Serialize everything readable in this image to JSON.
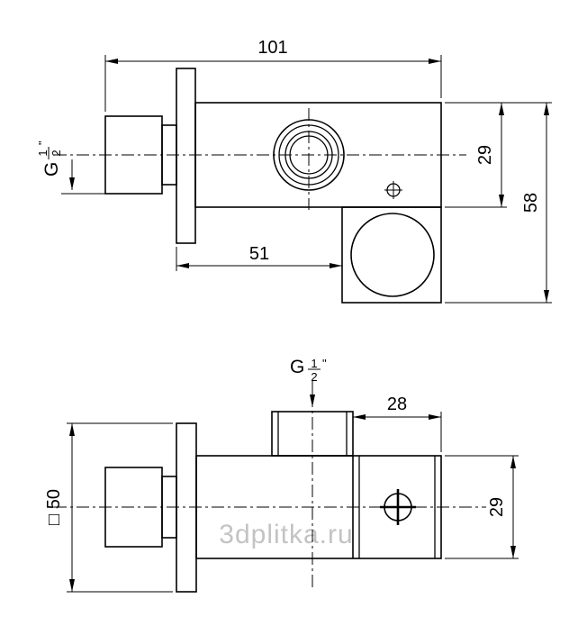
{
  "drawing": {
    "watermark": "3dplitka.ru",
    "colors": {
      "line": "#000000",
      "watermark": "#b9b9b9"
    },
    "top_view": {
      "dim_overall_length": "101",
      "dim_body_height": "29",
      "dim_total_height": "58",
      "dim_holder_offset": "51",
      "thread_label": {
        "prefix": "G",
        "numerator": "1",
        "denominator": "2",
        "suffix": "\""
      }
    },
    "bottom_view": {
      "dim_holder_width": "28",
      "dim_holder_height": "29",
      "dim_flange_size": "□ 50",
      "thread_label": {
        "prefix": "G",
        "numerator": "1",
        "denominator": "2",
        "suffix": "\""
      }
    }
  }
}
